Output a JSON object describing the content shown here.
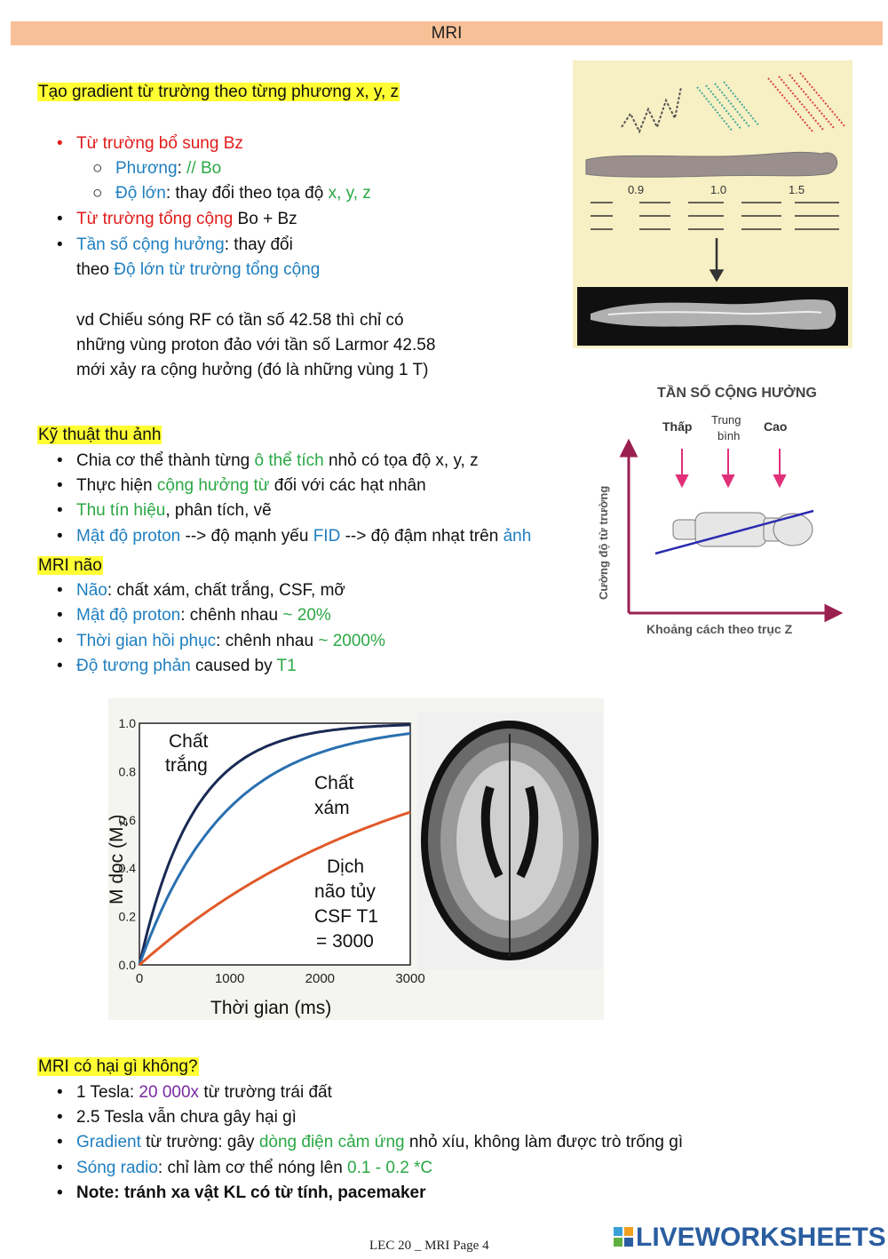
{
  "header": {
    "title": "MRI"
  },
  "section1": {
    "heading": "Tạo gradient từ trường theo từng phương x, y, z",
    "b1": "Từ trường bổ sung Bz",
    "b1a_label": "Phương",
    "b1a_sep": ": ",
    "b1a_value": "// Bo",
    "b1b_label": "Độ lớn",
    "b1b_text": ": thay đổi theo tọa độ ",
    "b1b_value": "x, y, z",
    "b2_label": "Từ trường tổng cộng",
    "b2_text": " Bo + Bz",
    "b3_label": "Tần số cộng hưởng",
    "b3_text": ": thay đổi",
    "b3_line2_pre": "theo ",
    "b3_line2_value": "Độ lớn từ trường tổng cộng",
    "ex_l1": "vd Chiếu sóng RF có tần số 42.58 thì chỉ có",
    "ex_l2": "những vùng proton đảo với tần số Larmor 42.58",
    "ex_l3": "mới xảy ra cộng hưởng (đó là những vùng 1 T)"
  },
  "fig1": {
    "ticks": [
      "0.9",
      "1.0",
      "1.5"
    ]
  },
  "fig2": {
    "title": "TẦN SỐ CỘNG HƯỞNG",
    "low": "Thấp",
    "mid1": "Trung",
    "mid2": "bình",
    "high": "Cao",
    "ylabel": "Cường độ từ trường",
    "xlabel": "Khoảng cách theo trục Z"
  },
  "section2": {
    "heading": "Kỹ thuật thu ảnh",
    "b1_pre": "Chia cơ thể thành từng ",
    "b1_hl": "ô thể tích",
    "b1_post": " nhỏ có tọa độ x, y, z",
    "b2_pre": "Thực hiện ",
    "b2_hl": "cộng hưởng từ",
    "b2_post": " đối với các hạt nhân",
    "b3_hl": "Thu tín hiệu",
    "b3_post": ", phân tích, vẽ",
    "b4_hl1": "Mật độ proton",
    "b4_mid1": " --> độ mạnh yếu ",
    "b4_hl2": "FID",
    "b4_mid2": " --> độ đậm nhạt trên ",
    "b4_hl3": "ảnh"
  },
  "section3": {
    "heading": "MRI não",
    "b1_hl": "Não",
    "b1_post": ": chất xám, chất trắng, CSF, mỡ",
    "b2_hl": "Mật độ proton",
    "b2_mid": ": chênh nhau ",
    "b2_val": "~ 20%",
    "b3_hl": "Thời gian hồi phục",
    "b3_mid": ": chênh nhau ",
    "b3_val": "~ 2000%",
    "b4_hl": "Độ tương phản",
    "b4_mid": " caused by ",
    "b4_val": "T1"
  },
  "chart_data": {
    "type": "line",
    "xlabel": "Thời gian (ms)",
    "ylabel": "M dọc (M",
    "ylabel_sub": "z",
    "ylabel_close": ")",
    "xlim": [
      0,
      3000
    ],
    "ylim": [
      0,
      1.0
    ],
    "xticks": [
      "0",
      "1000",
      "2000",
      "3000"
    ],
    "yticks": [
      "0.0",
      "0.2",
      "0.4",
      "0.6",
      "0.8",
      "1.0"
    ],
    "series": [
      {
        "name_l1": "Chất",
        "name_l2": "trắng",
        "T1": 600,
        "color": "#1a2a55"
      },
      {
        "name_l1": "Chất",
        "name_l2": "xám",
        "T1": 950,
        "color": "#2a70b0"
      },
      {
        "name_l1": "Dịch",
        "name_l2": "não tủy",
        "name_l3": "CSF T1",
        "name_l4": "= 3000",
        "T1": 3000,
        "color": "#e05a2a"
      }
    ]
  },
  "section4": {
    "heading": "MRI có hại gì không?",
    "b1_pre": "1 Tesla: ",
    "b1_hl": "20 000x",
    "b1_post": " từ trường trái đất",
    "b2": "2.5 Tesla vẫn chưa gây hại gì",
    "b3_hl1": "Gradient",
    "b3_mid": " từ trường: gây ",
    "b3_hl2": "dòng điện cảm ứng",
    "b3_post": " nhỏ xíu, không làm được trò trống gì",
    "b4_hl1": "Sóng radio",
    "b4_mid": ": chỉ làm cơ thể nóng lên ",
    "b4_hl2": "0.1 - 0.2 *C",
    "b5": "Note: tránh xa vật KL có từ tính, pacemaker"
  },
  "footer": {
    "page": "LEC 20 _ MRI Page 4",
    "brand": "LIVEWORKSHEETS"
  }
}
